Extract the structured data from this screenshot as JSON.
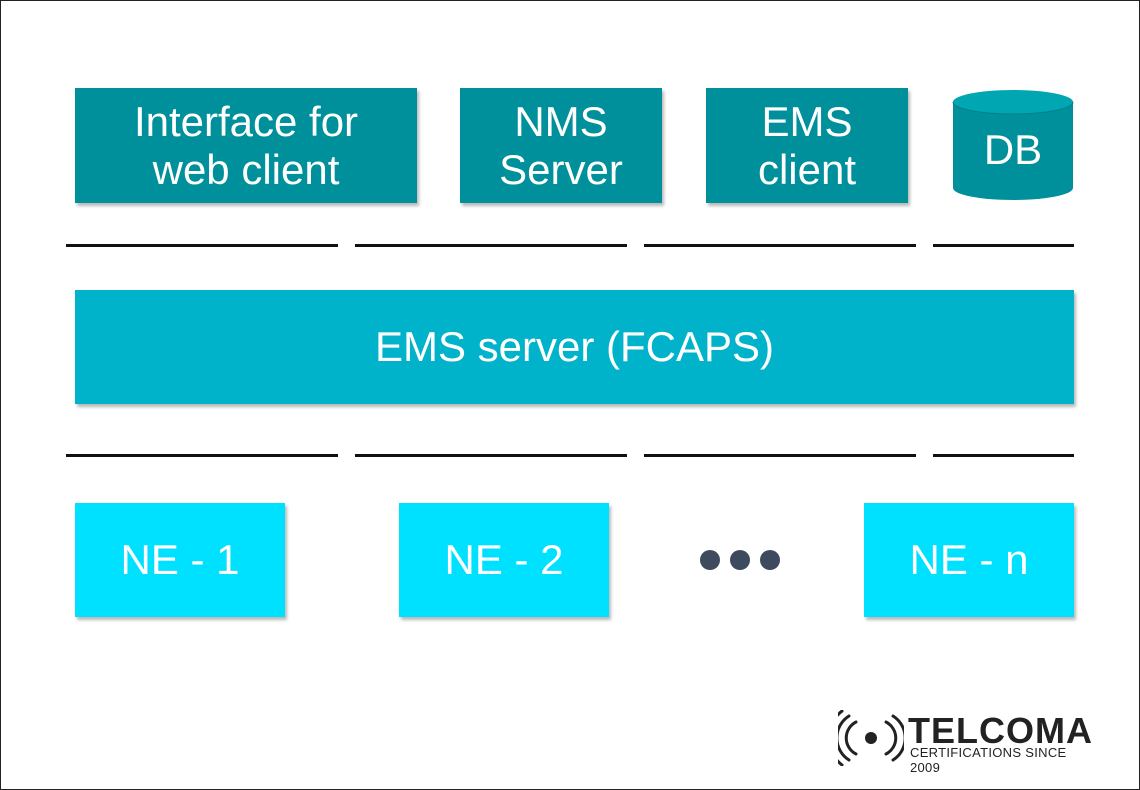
{
  "top_row": {
    "interface_box": "Interface for\nweb client",
    "nms_box": "NMS\nServer",
    "ems_client_box": "EMS\nclient",
    "db_box": "DB"
  },
  "middle": {
    "ems_server_box": "EMS server (FCAPS)"
  },
  "bottom_row": {
    "ne1": "NE - 1",
    "ne2": "NE - 2",
    "nen": "NE - n"
  },
  "logo": {
    "name": "TELCOMA",
    "tagline": "CERTIFICATIONS SINCE 2009"
  },
  "colors": {
    "top_boxes": "#00909c",
    "ems_server": "#00b3cb",
    "ne_boxes": "#00e0ff",
    "dots": "#3e4a5e"
  },
  "icons": {
    "logo_icon": "signal-broadcast-icon",
    "ellipsis": "ellipsis-dots-icon"
  }
}
